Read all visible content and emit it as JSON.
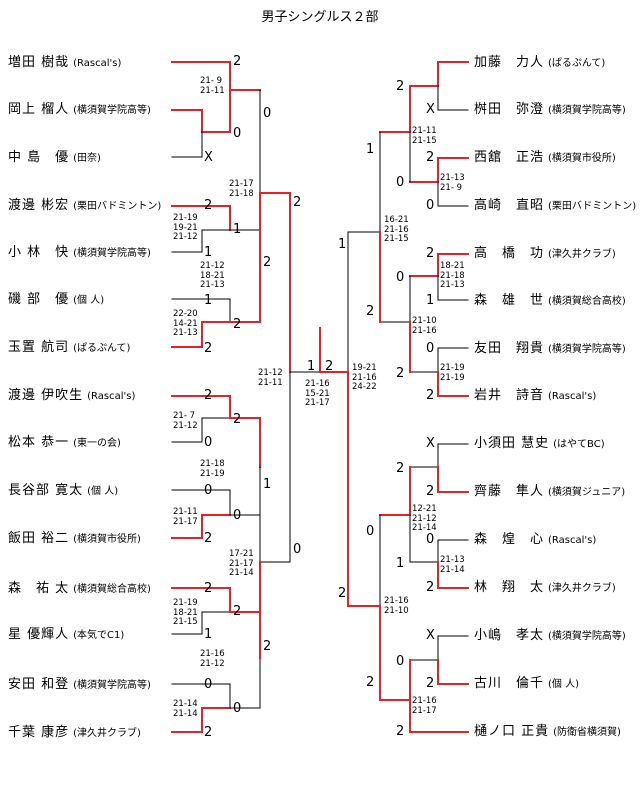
{
  "title": "男子シングルス２部",
  "colors": {
    "winner_line": "#e8202a",
    "bracket_line": "#000000"
  },
  "left_players": [
    {
      "name": "増田 樹哉",
      "team": "(Rascal's)"
    },
    {
      "name": "岡上 榴人",
      "team": "(横須賀学院高等)"
    },
    {
      "name": "中 島　優",
      "team": "(田奈)"
    },
    {
      "name": "渡邊 彬宏",
      "team": "(栗田バドミントン)"
    },
    {
      "name": "小 林　快",
      "team": "(横須賀学院高等)"
    },
    {
      "name": "磯 部　優",
      "team": "(個 人)"
    },
    {
      "name": "玉置 航司",
      "team": "(ぱるぷんて)"
    },
    {
      "name": "渡邊 伊吹生",
      "team": "(Rascal's)"
    },
    {
      "name": "松本 恭一",
      "team": "(東一の会)"
    },
    {
      "name": "長谷部 寛太",
      "team": "(個 人)"
    },
    {
      "name": "飯田 裕二",
      "team": "(横須賀市役所)"
    },
    {
      "name": "森　祐 太",
      "team": "(横須賀総合高校)"
    },
    {
      "name": "星 優輝人",
      "team": "(本気でC1)"
    },
    {
      "name": "安田 和登",
      "team": "(横須賀学院高等)"
    },
    {
      "name": "千葉 康彦",
      "team": "(津久井クラブ)"
    }
  ],
  "right_players": [
    {
      "name": "加藤　力人",
      "team": "(ぱるぷんて)"
    },
    {
      "name": "桝田　弥澄",
      "team": "(横須賀学院高等)"
    },
    {
      "name": "西舘　正浩",
      "team": "(横須賀市役所)"
    },
    {
      "name": "高崎　直昭",
      "team": "(栗田バドミントン)"
    },
    {
      "name": "高　橋　功",
      "team": "(津久井クラブ)"
    },
    {
      "name": "森　雄　世",
      "team": "(横須賀総合高校)"
    },
    {
      "name": "友田　翔貴",
      "team": "(横須賀学院高等)"
    },
    {
      "name": "岩井　詩音",
      "team": "(Rascal's)"
    },
    {
      "name": "小須田 慧史",
      "team": "(はやてBC)"
    },
    {
      "name": "齊藤　隼人",
      "team": "(横須賀ジュニア)"
    },
    {
      "name": "森　煌　心",
      "team": "(Rascal's)"
    },
    {
      "name": "林　翔　太",
      "team": "(津久井クラブ)"
    },
    {
      "name": "小嶋　孝太",
      "team": "(横須賀学院高等)"
    },
    {
      "name": "古川　倫千",
      "team": "(個 人)"
    },
    {
      "name": "樋ノ口 正貴",
      "team": "(防衛省横須賀)"
    }
  ],
  "results": {
    "l1": [
      "2",
      "0",
      "X"
    ],
    "l2": [
      "2",
      "1",
      "1",
      "2"
    ],
    "l3": [
      "2",
      "0",
      "0",
      "2"
    ],
    "l4": [
      "2",
      "1",
      "0",
      "2"
    ],
    "lr2": [
      "0",
      "2",
      "2",
      "1",
      "0",
      "2"
    ],
    "lr3": [
      "2",
      "0"
    ],
    "final": [
      "1",
      "2"
    ],
    "rr3": [
      "1",
      "2"
    ],
    "rr2": [
      "2",
      "0",
      "0",
      "2",
      "2",
      "1",
      "0",
      "2"
    ],
    "r1": [
      "2",
      "X",
      "2",
      "0",
      "2",
      "1",
      "0",
      "2"
    ],
    "r2": [
      "X",
      "2",
      "0",
      "2",
      "X",
      "2",
      "2"
    ]
  },
  "scores": {
    "l_a": "21- 9\n21-11",
    "l_b": "21-17\n21-18",
    "l_c": "21-19\n19-21\n21-12",
    "l_d": "21-12\n18-21\n21-13",
    "l_e": "22-20\n14-21\n21-13",
    "l_f": "21-12\n21-11",
    "l_g": "21- 7\n21-12",
    "l_h": "21-18\n21-19",
    "l_i": "21-11\n21-17",
    "l_j": "17-21\n21-17\n21-14",
    "l_k": "21-19\n18-21\n21-15",
    "l_l": "21-16\n21-12",
    "l_m": "21-14\n21-14",
    "final": "21-16\n15-21\n21-17",
    "r_final": "19-21\n21-16\n24-22",
    "r_a": "21-11\n21-15",
    "r_b": "21-13\n21- 9",
    "r_c": "16-21\n21-16\n21-15",
    "r_d": "18-21\n21-18\n21-13",
    "r_e": "21-10\n21-16",
    "r_f": "21-19\n21-19",
    "r_g": "12-21\n21-12\n21-14",
    "r_h": "21-13\n21-14",
    "r_i": "21-16\n21-10",
    "r_j": "21-16\n21-17"
  }
}
